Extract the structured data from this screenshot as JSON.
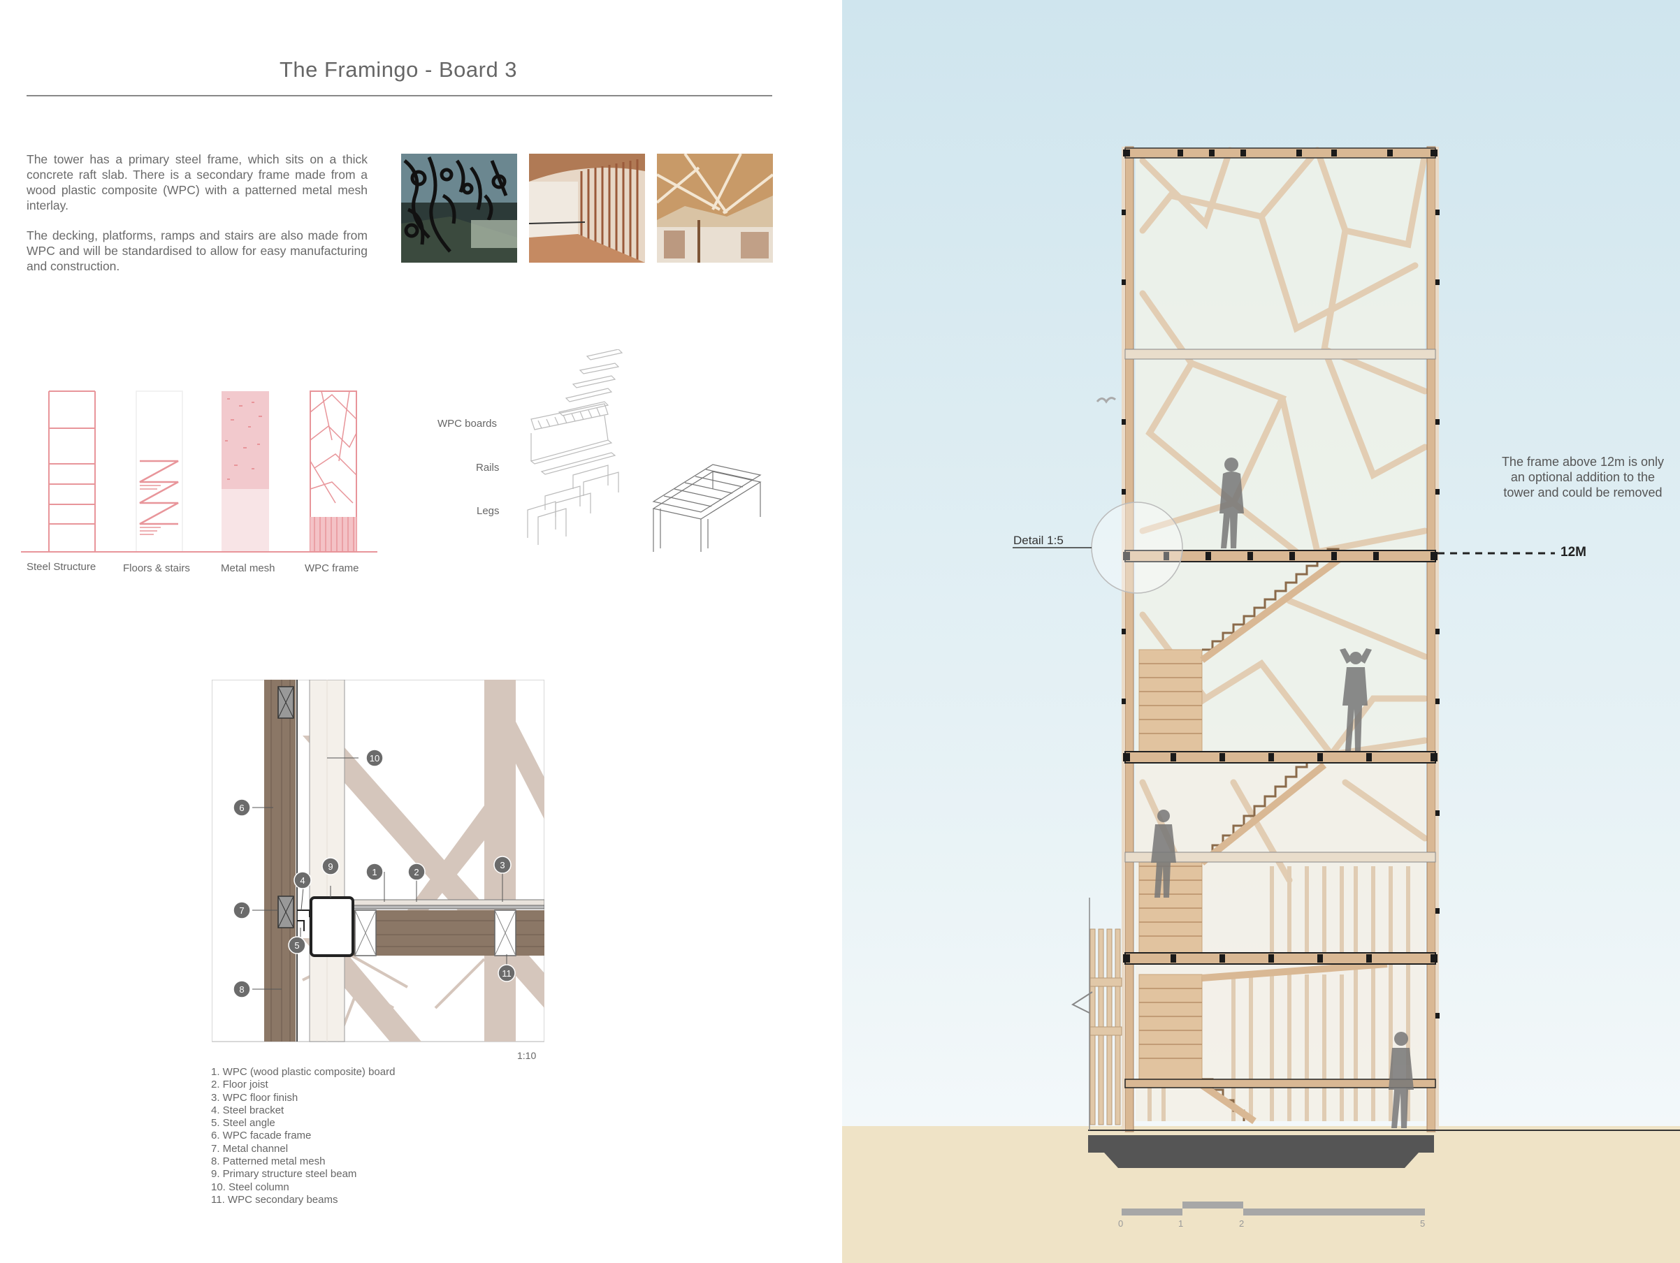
{
  "title": "The Framingo - Board 3",
  "intro": {
    "paragraph_1": "The tower has a primary steel frame, which sits on a thick concrete raft slab. There is a secondary frame made from a wood plastic composite (WPC) with a patterned metal mesh interlay.",
    "paragraph_2": "The decking, platforms, ramps and stairs are also made from WPC and will be standardised to allow for easy manufacturing and construction."
  },
  "photos": [
    "patterned-mesh-walkway-photo",
    "timber-slat-corridor-photo",
    "timber-canopy-photo"
  ],
  "layers": {
    "labels": [
      "Steel Structure",
      "Floors & stairs",
      "Metal mesh",
      "WPC frame"
    ],
    "color": "#e8959a"
  },
  "exploded": {
    "labels": [
      "WPC boards",
      "Rails",
      "Legs"
    ]
  },
  "detail": {
    "scale": "1:10",
    "callouts": [
      "1",
      "2",
      "3",
      "4",
      "5",
      "6",
      "7",
      "8",
      "9",
      "10",
      "11"
    ],
    "legend": [
      "1. WPC (wood plastic composite) board",
      "2. Floor joist",
      "3. WPC floor finish",
      "4. Steel bracket",
      "5. Steel angle",
      "6. WPC facade frame",
      "7. Metal channel",
      "8. Patterned metal mesh",
      "9. Primary structure steel beam",
      "10. Steel column",
      "11. WPC secondary beams"
    ]
  },
  "elevation": {
    "annotation": "The frame above 12m is only an optional addition to the tower and could be removed",
    "level_label": "12M",
    "detail_label": "Detail 1:5",
    "scale_bar": [
      "0",
      "1",
      "2",
      "5"
    ],
    "colors": {
      "sky_top": "#cfe5ee",
      "sky_bottom": "#f3f8fa",
      "ground": "#efe3c6",
      "timber": "#d9b894",
      "steel": "#1a1a1a"
    }
  }
}
